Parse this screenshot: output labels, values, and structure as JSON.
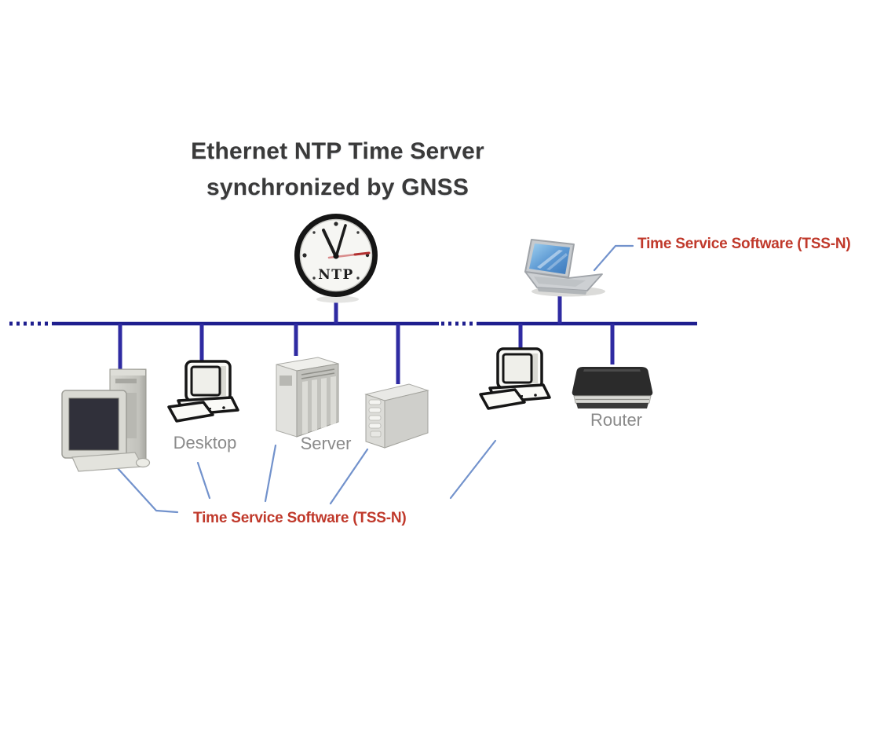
{
  "diagram": {
    "title_line1": "Ethernet NTP Time Server",
    "title_line2": "synchronized by GNSS",
    "clock_label": "NTP",
    "device_labels": {
      "desktop": "Desktop",
      "server": "Server",
      "router": "Router"
    },
    "annotations": {
      "tss_top": "Time Service Software (TSS-N)",
      "tss_bottom": "Time Service Software (TSS-N)"
    },
    "colors": {
      "bus_line": "#1F1F8F",
      "drop_line": "#2F2BA2",
      "leader_line": "#7292CC",
      "annotation_red": "#C0392B",
      "title_text": "#3A3A3A",
      "device_label_gray": "#8A8A8A"
    }
  }
}
